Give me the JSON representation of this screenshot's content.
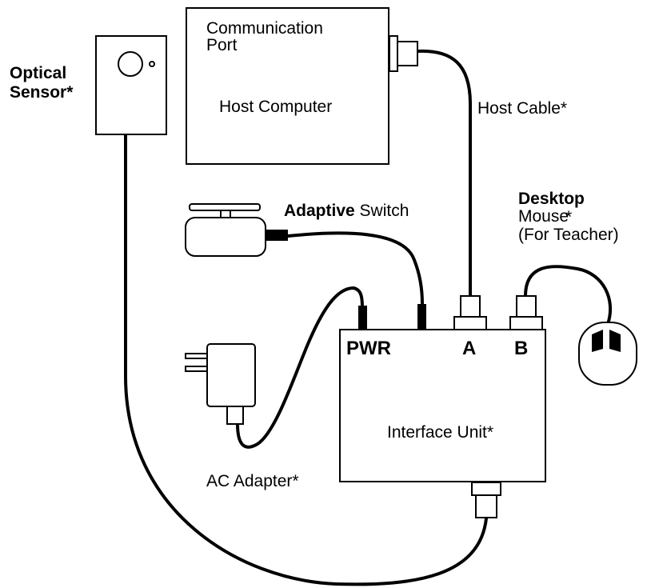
{
  "host": {
    "comm_line1": "Communication",
    "comm_line2": "Port",
    "title": "Host Computer"
  },
  "sensor": {
    "line1": "Optical",
    "line2": "Sensor*"
  },
  "host_cable": "Host Cable*",
  "switch": {
    "bold_part": "Adaptive",
    "rest": " Switch"
  },
  "mouse": {
    "line1": "Desktop",
    "line2": "Mouse",
    "star": "*",
    "line3": "(For Teacher)"
  },
  "interface": {
    "title": "Interface Unit*",
    "port_pwr": "PWR",
    "port_a": "A",
    "port_b": "B"
  },
  "ac_adapter": "AC Adapter*"
}
